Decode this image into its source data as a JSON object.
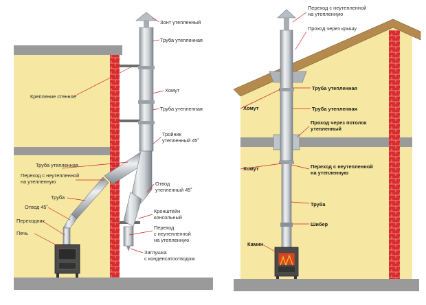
{
  "colors": {
    "wall": "#f6e7a2",
    "floor": "#9a9a9a",
    "brick": "#d92b2b",
    "pipe": "#c9cdd2",
    "leader": "#d21f1f",
    "roof": "#b58a4e"
  },
  "left_labels": {
    "umbrella": "Зонт утепленный",
    "insulated_pipe_top": "Труба утепленная",
    "wall_mount": "Крепление стенное",
    "clamp": "Хомут",
    "insulated_pipe_mid": "Труба утепленная",
    "tee_line1": "Тройник",
    "tee_line2": "утепленный 45˚",
    "insulated_pipe_low": "Труба утепленная",
    "transition_line1": "Переход с неутепленной",
    "transition_line2": "на утепленную",
    "pipe": "Труба",
    "elbow": "Отвод 45˚",
    "adapter": "Переходник",
    "stove": "Печь",
    "insulated_elbow_line1": "Отвод",
    "insulated_elbow_line2": "утепленный 45˚",
    "bracket_line1": "Кронштейн",
    "bracket_line2": "консольный",
    "lower_transition_line1": "Переход",
    "lower_transition_line2": "с неутепленной",
    "lower_transition_line3": "на утепленную",
    "cap_line1": "Заглушка",
    "cap_line2": "с конденсатоотводом"
  },
  "right_labels": {
    "top_transition_line1": "Переход с неутепленной",
    "top_transition_line2": "на утепленную",
    "roof_pass": "Проход через крышу",
    "insulated_pipe_1": "Труба утепленная",
    "clamp_upper": "Хомут",
    "insulated_pipe_2": "Труба утепленная",
    "ceiling_pass_line1": "Проход через потолок",
    "ceiling_pass_line2": "утепленный",
    "clamp_lower": "Хомут",
    "transition_line1": "Переход с неутепленной",
    "transition_line2": "на утепленную",
    "pipe": "Труба",
    "damper": "Шибер",
    "fireplace": "Камин"
  }
}
